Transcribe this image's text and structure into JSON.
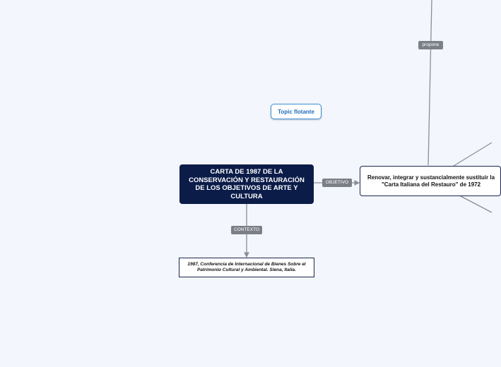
{
  "central_topic": "CARTA DE 1987 DE LA CONSERVACIÓN Y RESTAURACIÓN DE LOS OBJETIVOS DE ARTE Y CULTURA",
  "floating_topic": "Topic flotante",
  "context": {
    "label": "CONTEXTO",
    "text": "1987, Conferencia de Internacional de Bienes Sobre el Patrimonio Cultural y Ambiental. Siena, Italia."
  },
  "objective": {
    "label": "OBJETIVO",
    "text": "Renovar, integrar y sustancialmente sustituir la \"Carta Italiana del Restauro\" de 1972"
  },
  "propone_label": "propone",
  "colors": {
    "background": "#f3f6fc",
    "central_fill": "#0b1c48",
    "connector": "#8a8e96",
    "label_fill": "#7b7f86",
    "floating_border": "#3d8fd6"
  }
}
